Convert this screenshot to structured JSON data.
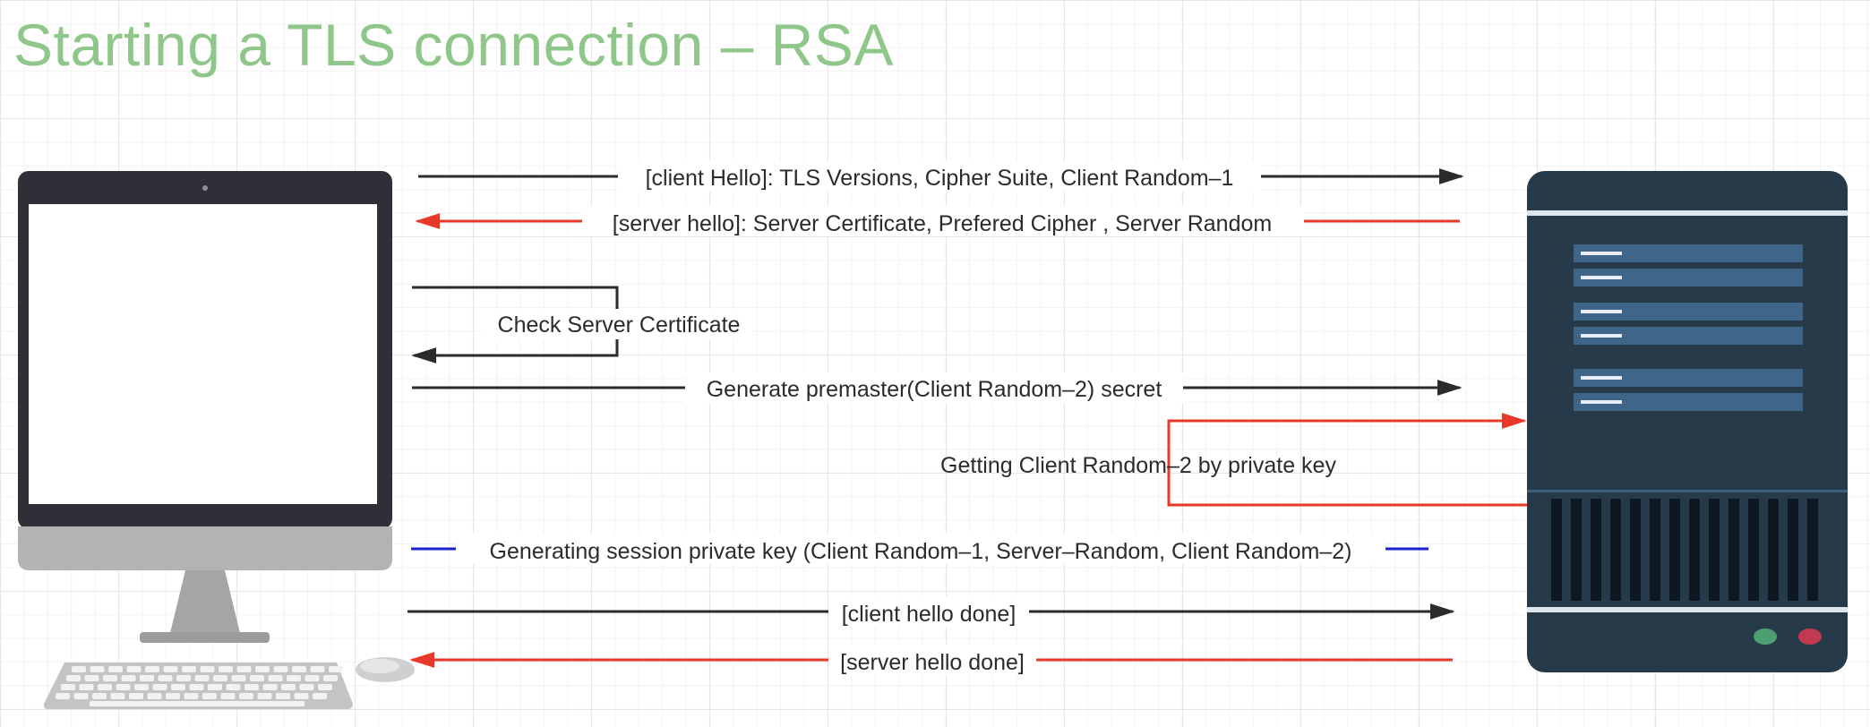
{
  "title": "Starting a TLS connection – RSA",
  "colors": {
    "title": "#8fc78a",
    "client_arrow": "#2b2b2b",
    "server_arrow": "#e8382a",
    "session_key_line": "#1a22c8",
    "server_body": "#273a4a",
    "server_panel": "#3f6689",
    "monitor_frame": "#2f2f37",
    "monitor_chin": "#b3b3b3"
  },
  "nodes": {
    "client": {
      "icon": "desktop-computer-icon"
    },
    "server": {
      "icon": "server-tower-icon"
    }
  },
  "messages": {
    "client_hello": "[client Hello]: TLS Versions, Cipher Suite, Client Random–1",
    "server_hello": "[server hello]: Server Certificate, Prefered Cipher , Server Random",
    "check_cert": "Check Server Certificate",
    "premaster": "Generate premaster(Client Random–2) secret",
    "decrypt_premaster": "Getting Client Random–2 by private key",
    "session_key": "Generating session private key (Client Random–1, Server–Random, Client Random–2)",
    "client_done": "[client hello done]",
    "server_done": "[server hello done]"
  }
}
